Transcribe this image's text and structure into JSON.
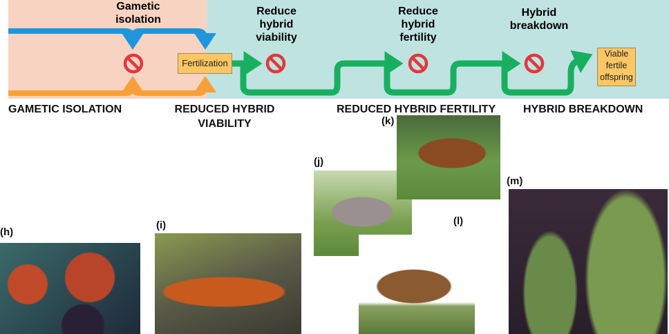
{
  "stages": {
    "gametic": "Gametic isolation",
    "viability": "Reduce hybrid viability",
    "fertility": "Reduce hybrid fertility",
    "breakdown": "Hybrid breakdown"
  },
  "boxes": {
    "fertilization": "Fertilization",
    "offspring": "Viable fertile offspring"
  },
  "captions": {
    "gametic": "GAMETIC ISOLATION",
    "viability": "REDUCED HYBRID VIABILITY",
    "fertility": "REDUCED HYBRID FERTILITY",
    "breakdown": "HYBRID BREAKDOWN"
  },
  "photos": {
    "h": "(h)",
    "i": "(i)",
    "j": "(j)",
    "k": "(k)",
    "l": "(l)",
    "m": "(m)"
  },
  "colors": {
    "blue": "#1e96dc",
    "orange": "#f7a03a",
    "green": "#18b060",
    "block": "#e0393e"
  }
}
